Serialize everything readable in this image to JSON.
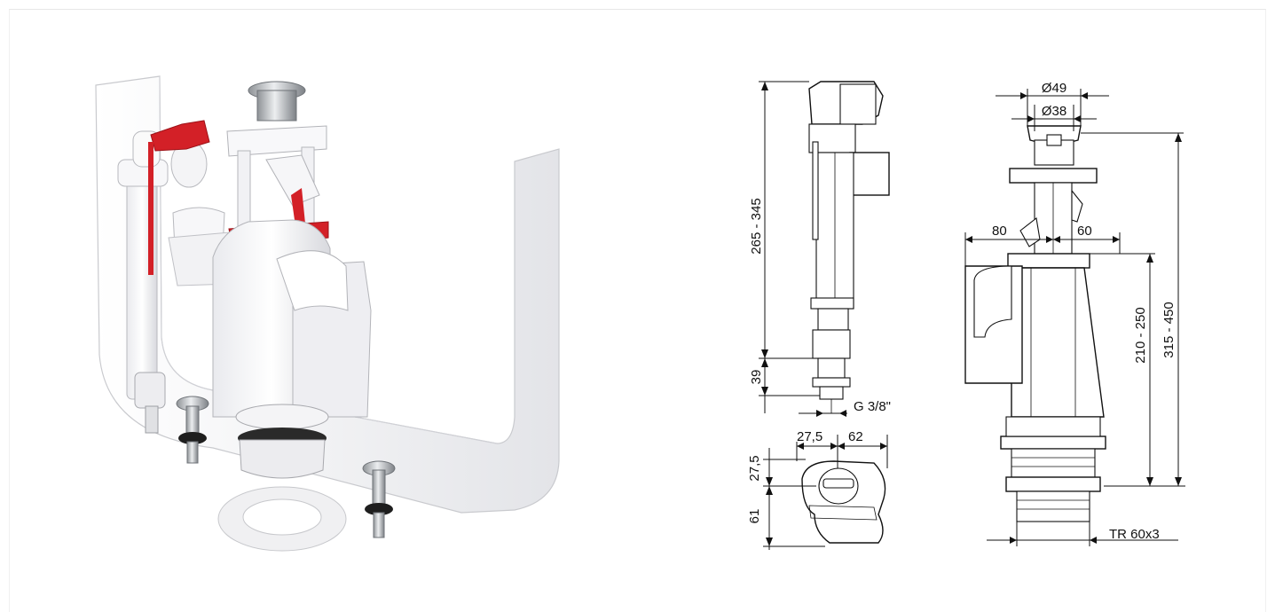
{
  "product": {
    "colors": {
      "plastic": "#f4f4f6",
      "shadow": "#d5d6da",
      "accent_red": "#d32027",
      "chrome": "#bfc2c6",
      "rubber": "#222222"
    }
  },
  "drawing": {
    "fill_valve": {
      "height_range": "265 - 345",
      "bottom_height": "39",
      "thread": "G 3/8\""
    },
    "float_top_view": {
      "width_left": "27,5",
      "width_right": "62",
      "depth_top": "27,5",
      "depth_bottom": "61"
    },
    "flush_valve": {
      "button_outer_diameter": "Ø49",
      "button_inner_diameter": "Ø38",
      "offset_left": "80",
      "offset_right": "60",
      "height_inner": "210 - 250",
      "height_total": "315 - 450",
      "thread": "TR 60x3"
    }
  }
}
